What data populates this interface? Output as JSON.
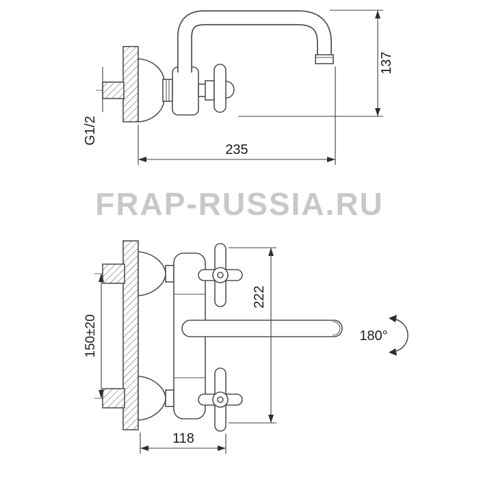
{
  "watermark": {
    "text": "FRAP-RUSSIA.RU",
    "color": "#c8c8c8"
  },
  "top_view": {
    "height_dim": "137",
    "width_dim": "235",
    "thread_label": "G1/2"
  },
  "bottom_view": {
    "mount_spacing_dim": "150±20",
    "height_dim": "222",
    "width_dim": "118",
    "swivel_label": "180°"
  },
  "colors": {
    "background": "#ffffff",
    "line": "#4f4f4f",
    "dim_text": "#1c1c1c",
    "watermark": "#c8c8c8"
  }
}
